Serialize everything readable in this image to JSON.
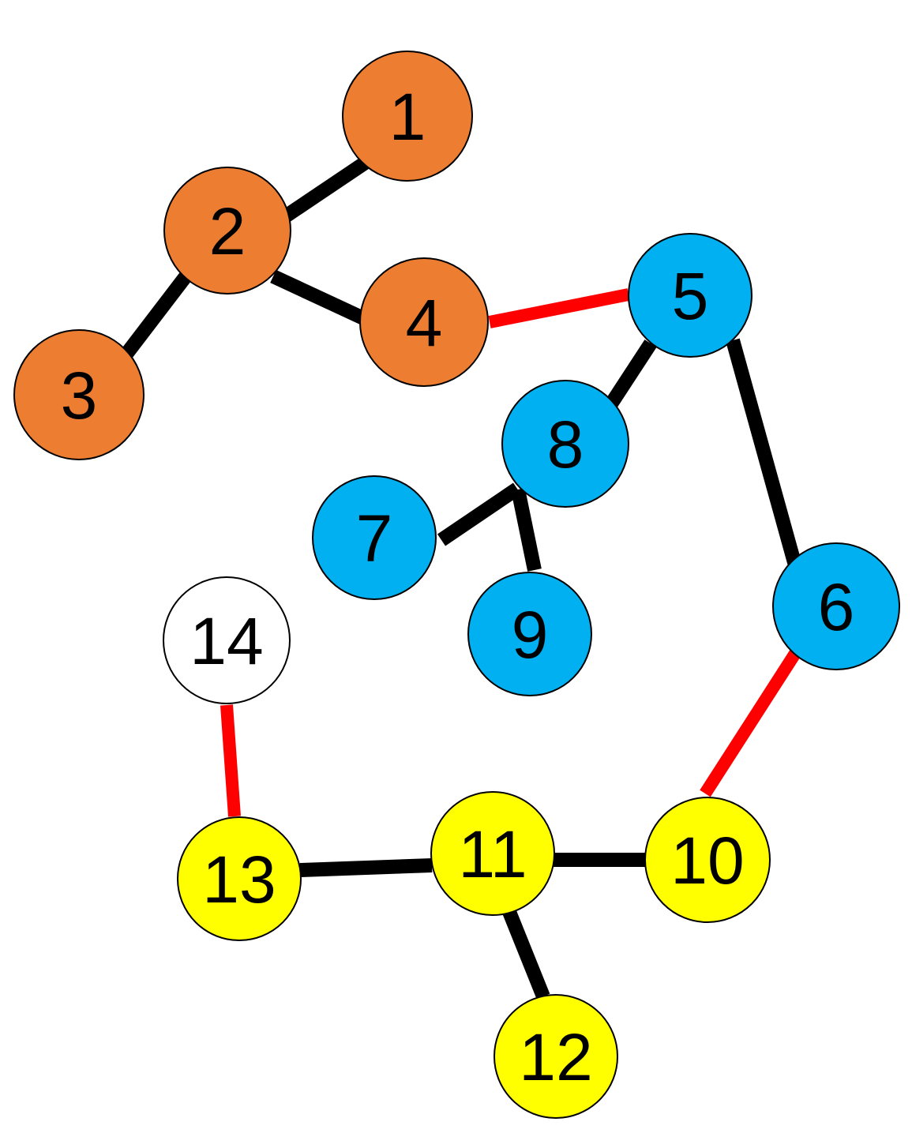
{
  "colors": {
    "orange": "#ED7D31",
    "blue": "#00B0F0",
    "yellow": "#FFFF00",
    "white": "#FFFFFF",
    "edge_black": "#000000",
    "edge_red": "#FF0000",
    "node_outline": "#000000"
  },
  "nodes": [
    {
      "id": "1",
      "label": "1",
      "group": "orange"
    },
    {
      "id": "2",
      "label": "2",
      "group": "orange"
    },
    {
      "id": "3",
      "label": "3",
      "group": "orange"
    },
    {
      "id": "4",
      "label": "4",
      "group": "orange"
    },
    {
      "id": "5",
      "label": "5",
      "group": "blue"
    },
    {
      "id": "6",
      "label": "6",
      "group": "blue"
    },
    {
      "id": "7",
      "label": "7",
      "group": "blue"
    },
    {
      "id": "8",
      "label": "8",
      "group": "blue"
    },
    {
      "id": "9",
      "label": "9",
      "group": "blue"
    },
    {
      "id": "10",
      "label": "10",
      "group": "yellow"
    },
    {
      "id": "11",
      "label": "11",
      "group": "yellow"
    },
    {
      "id": "12",
      "label": "12",
      "group": "yellow"
    },
    {
      "id": "13",
      "label": "13",
      "group": "yellow"
    },
    {
      "id": "14",
      "label": "14",
      "group": "white"
    }
  ],
  "edges": [
    {
      "from": "1",
      "to": "2",
      "color": "edge_black"
    },
    {
      "from": "2",
      "to": "3",
      "color": "edge_black"
    },
    {
      "from": "2",
      "to": "4",
      "color": "edge_black"
    },
    {
      "from": "4",
      "to": "5",
      "color": "edge_red"
    },
    {
      "from": "5",
      "to": "8",
      "color": "edge_black"
    },
    {
      "from": "5",
      "to": "6",
      "color": "edge_black"
    },
    {
      "from": "8",
      "to": "7",
      "color": "edge_black"
    },
    {
      "from": "8",
      "to": "9",
      "color": "edge_black"
    },
    {
      "from": "6",
      "to": "10",
      "color": "edge_red"
    },
    {
      "from": "10",
      "to": "11",
      "color": "edge_black"
    },
    {
      "from": "11",
      "to": "13",
      "color": "edge_black"
    },
    {
      "from": "11",
      "to": "12",
      "color": "edge_black"
    },
    {
      "from": "13",
      "to": "14",
      "color": "edge_red"
    }
  ]
}
